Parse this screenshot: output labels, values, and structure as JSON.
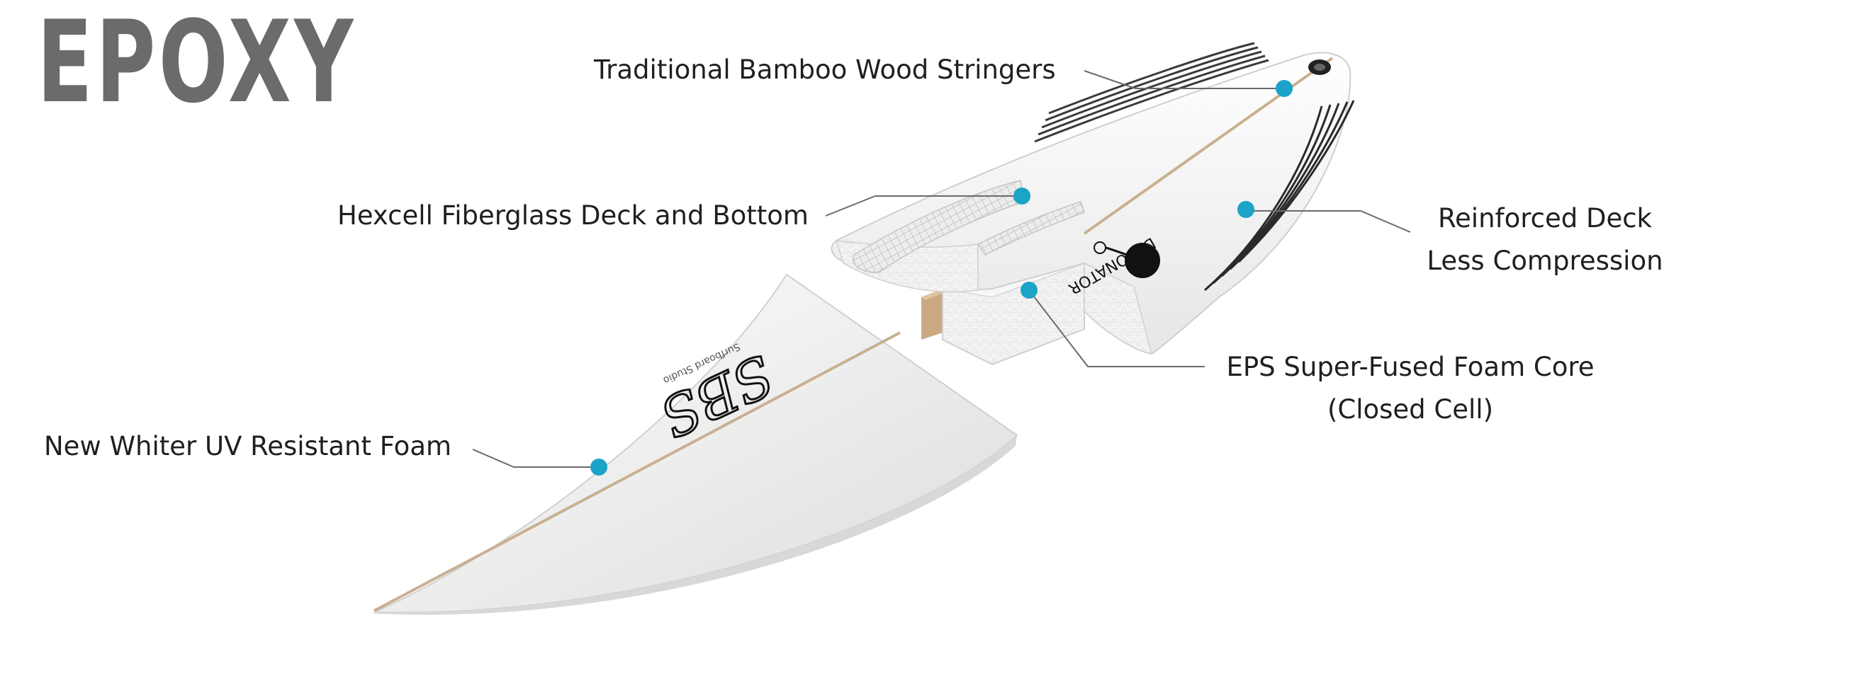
{
  "title": "EPOXY",
  "brand": {
    "logo_text": "SBS",
    "logo_subtext": "Surfboard Studio",
    "model_text": "DETONATOR"
  },
  "colors": {
    "callout_dot": "#1ba3c8",
    "stringer": "#c9b08f",
    "title": "#6b6b6b"
  },
  "callouts": [
    {
      "id": "stringers",
      "text": "Traditional Bamboo Wood Stringers"
    },
    {
      "id": "fiberglass",
      "text": "Hexcell Fiberglass Deck and Bottom"
    },
    {
      "id": "reinforced",
      "lines": [
        "Reinforced Deck",
        "Less Compression"
      ]
    },
    {
      "id": "core",
      "lines": [
        "EPS Super-Fused Foam Core",
        "(Closed Cell)"
      ]
    },
    {
      "id": "foam",
      "text": "New Whiter UV Resistant Foam"
    }
  ]
}
